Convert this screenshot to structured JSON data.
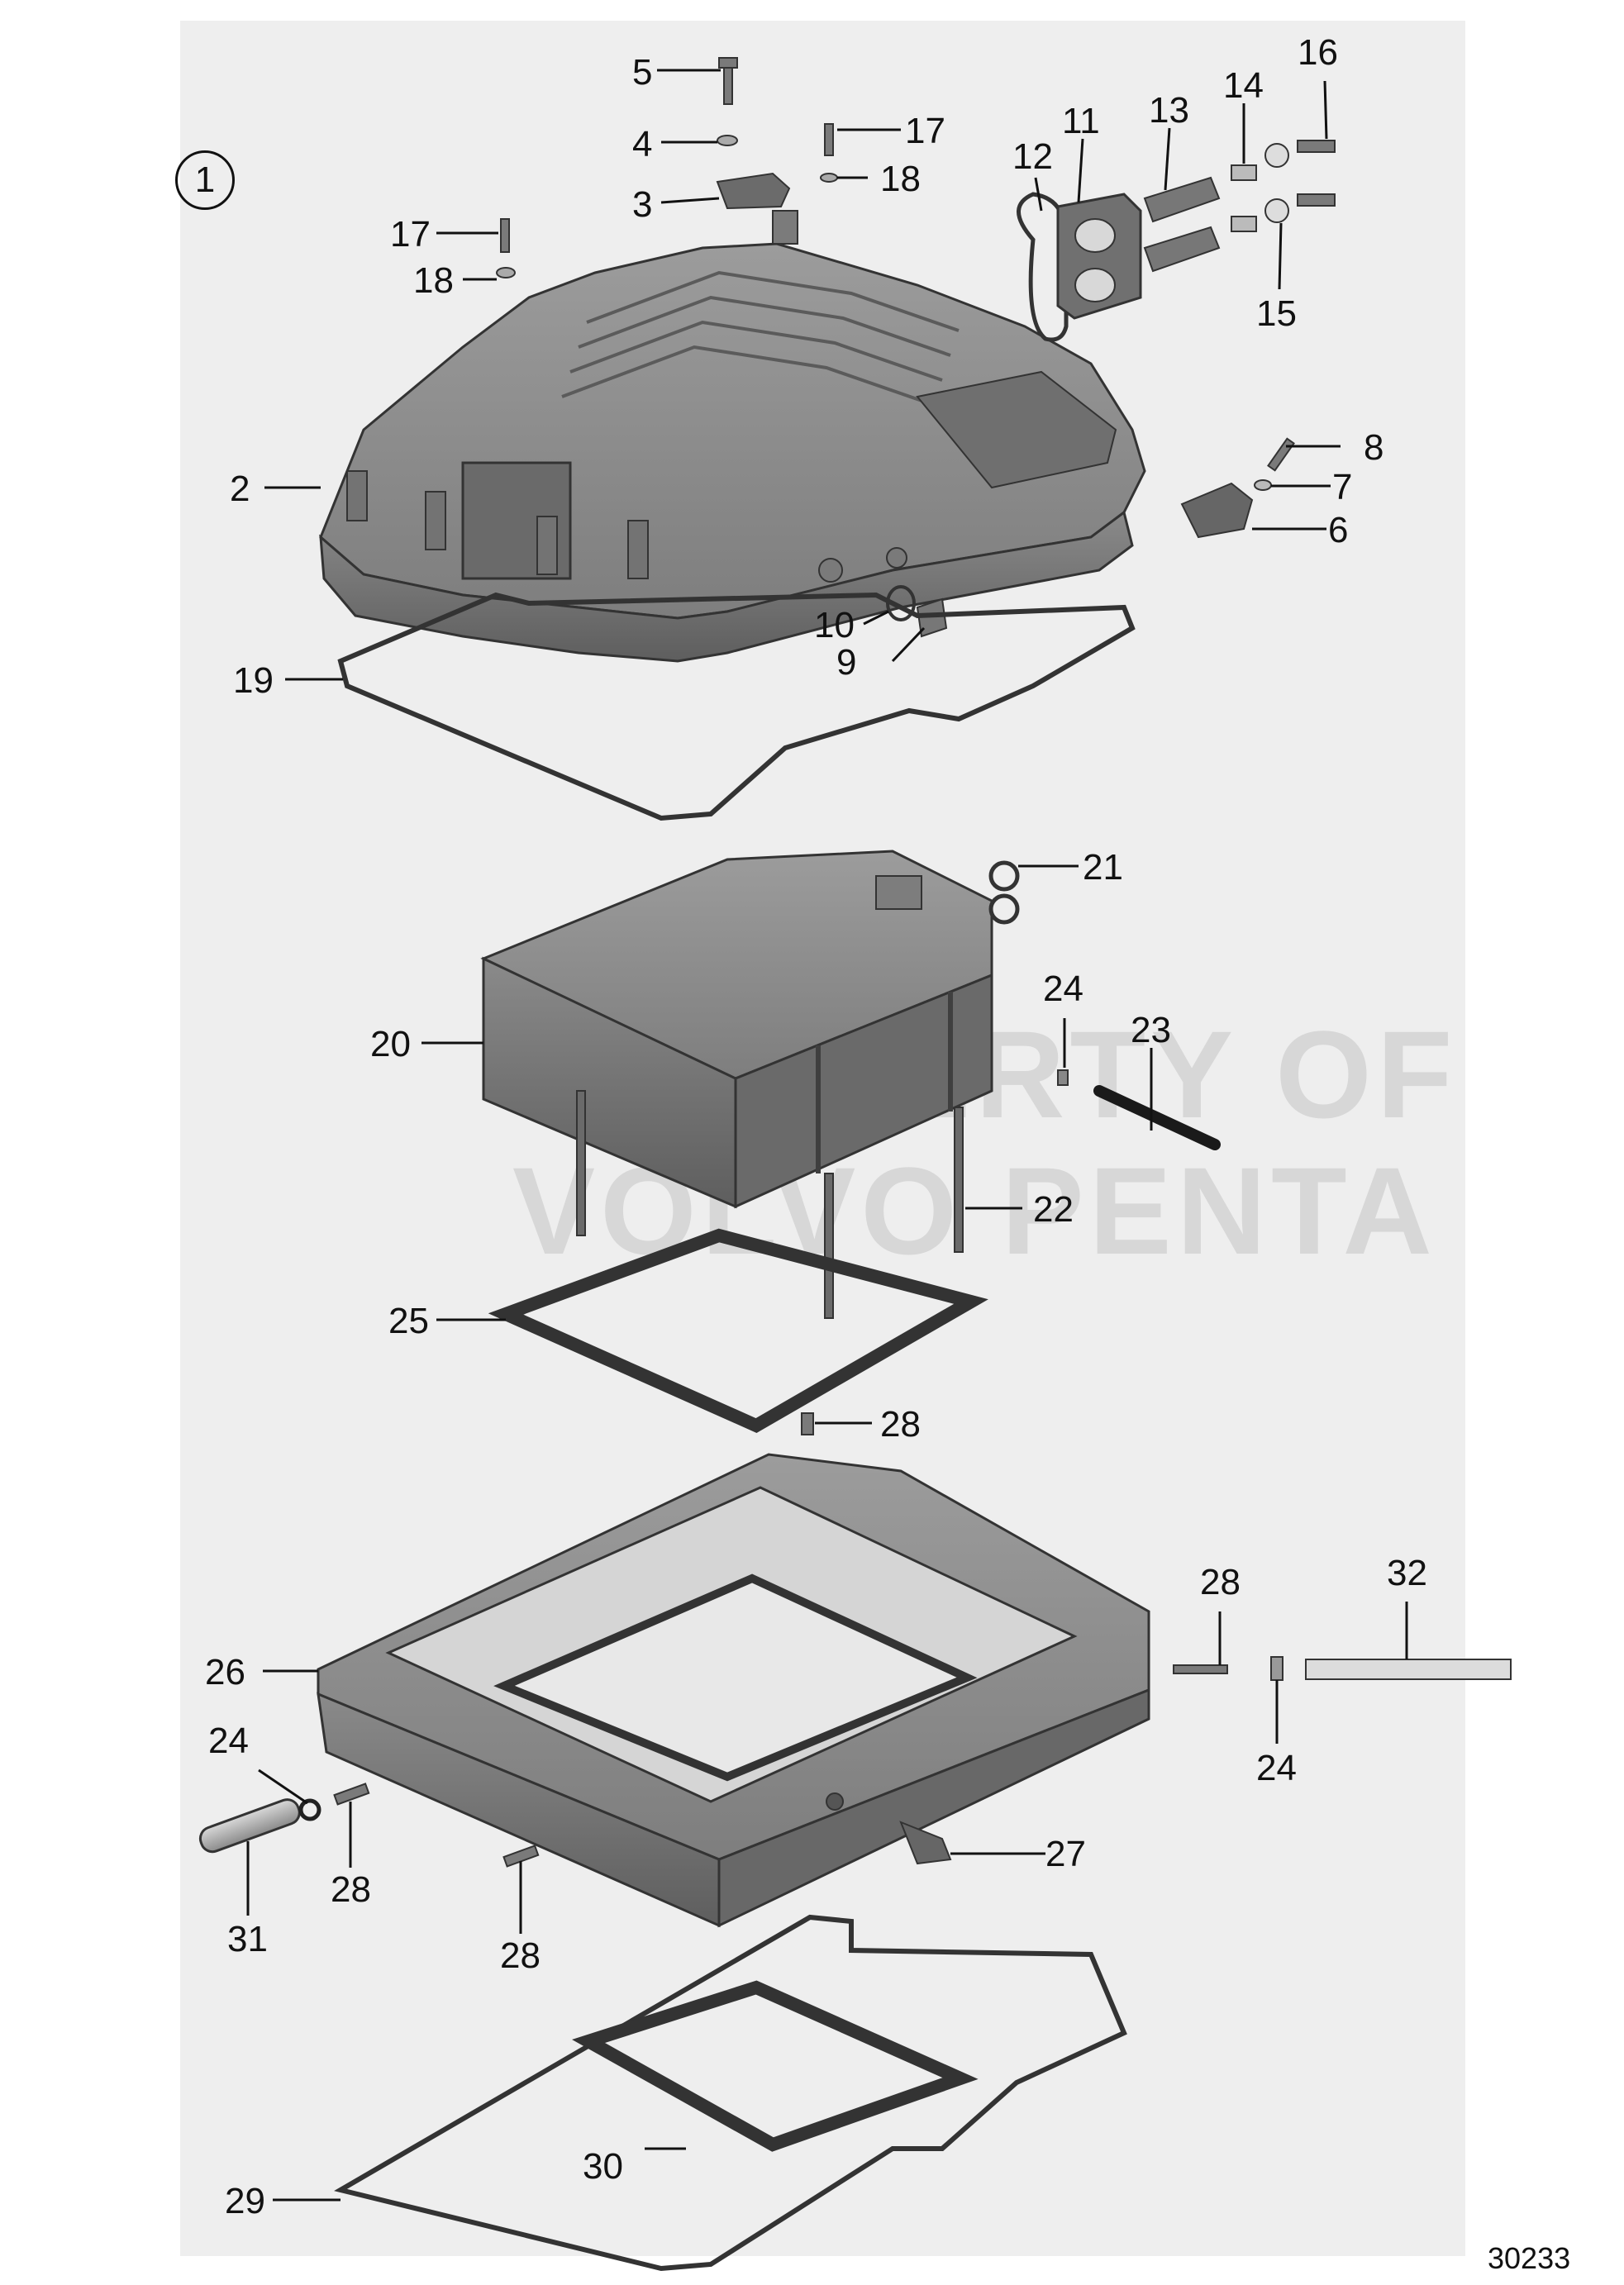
{
  "figure_number": "1",
  "document_number": "30233",
  "watermark": {
    "line1": "PROPERTY OF",
    "line2": "VOLVO PENTA"
  },
  "callouts": [
    {
      "key": "c5",
      "text": "5"
    },
    {
      "key": "c4",
      "text": "4"
    },
    {
      "key": "c3",
      "text": "3"
    },
    {
      "key": "c17a",
      "text": "17"
    },
    {
      "key": "c18a",
      "text": "18"
    },
    {
      "key": "c17b",
      "text": "17"
    },
    {
      "key": "c18b",
      "text": "18"
    },
    {
      "key": "c12",
      "text": "12"
    },
    {
      "key": "c11",
      "text": "11"
    },
    {
      "key": "c13",
      "text": "13"
    },
    {
      "key": "c14",
      "text": "14"
    },
    {
      "key": "c16",
      "text": "16"
    },
    {
      "key": "c15",
      "text": "15"
    },
    {
      "key": "c2",
      "text": "2"
    },
    {
      "key": "c8",
      "text": "8"
    },
    {
      "key": "c7",
      "text": "7"
    },
    {
      "key": "c6",
      "text": "6"
    },
    {
      "key": "c10",
      "text": "10"
    },
    {
      "key": "c9",
      "text": "9"
    },
    {
      "key": "c19",
      "text": "19"
    },
    {
      "key": "c21",
      "text": "21"
    },
    {
      "key": "c20",
      "text": "20"
    },
    {
      "key": "c24a",
      "text": "24"
    },
    {
      "key": "c23",
      "text": "23"
    },
    {
      "key": "c22",
      "text": "22"
    },
    {
      "key": "c25",
      "text": "25"
    },
    {
      "key": "c28a",
      "text": "28"
    },
    {
      "key": "c28b",
      "text": "28"
    },
    {
      "key": "c32",
      "text": "32"
    },
    {
      "key": "c26",
      "text": "26"
    },
    {
      "key": "c24b",
      "text": "24"
    },
    {
      "key": "c24c",
      "text": "24"
    },
    {
      "key": "c28c",
      "text": "28"
    },
    {
      "key": "c31",
      "text": "31"
    },
    {
      "key": "c28d",
      "text": "28"
    },
    {
      "key": "c27",
      "text": "27"
    },
    {
      "key": "c29",
      "text": "29"
    },
    {
      "key": "c30",
      "text": "30"
    }
  ]
}
